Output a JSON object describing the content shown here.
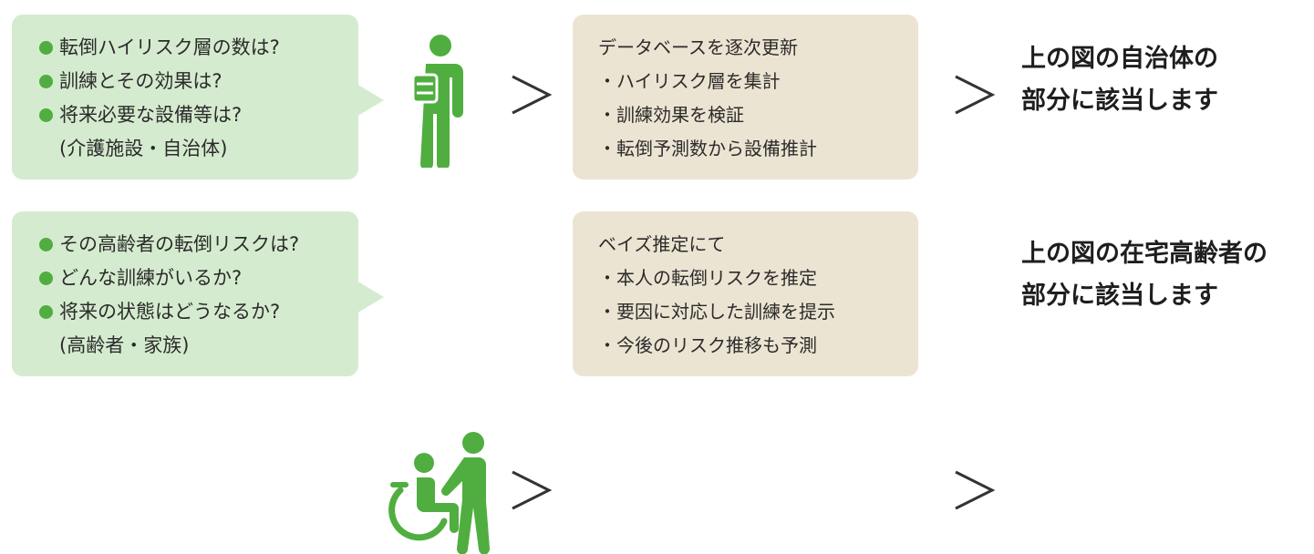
{
  "rows": [
    {
      "questions": [
        "転倒ハイリスク層の数は?",
        "訓練とその効果は?",
        "将来必要な設備等は?"
      ],
      "who": "(介護施設・自治体)",
      "figure_icon": "standing-staff-icon",
      "process_title": "データベースを逐次更新",
      "process_items": [
        "・ハイリスク層を集計",
        "・訓練効果を検証",
        "・転倒予測数から設備推計"
      ],
      "result_lines": [
        "上の図の自治体の",
        "部分に該当します"
      ]
    },
    {
      "questions": [
        "その高齢者の転倒リスクは?",
        "どんな訓練がいるか?",
        "将来の状態はどうなるか?"
      ],
      "who": "(高齢者・家族)",
      "figure_icon": "wheelchair-caregiver-icon",
      "process_title": "ベイズ推定にて",
      "process_items": [
        "・本人の転倒リスクを推定",
        "・要因に対応した訓練を提示",
        "・今後のリスク推移も予測"
      ],
      "result_lines": [
        "上の図の在宅高齢者の",
        "部分に該当します"
      ]
    }
  ],
  "colors": {
    "question_bg": "#d5ebcf",
    "process_bg": "#ece4d2",
    "accent_green": "#4fae3f",
    "text": "#2b2b2b"
  }
}
